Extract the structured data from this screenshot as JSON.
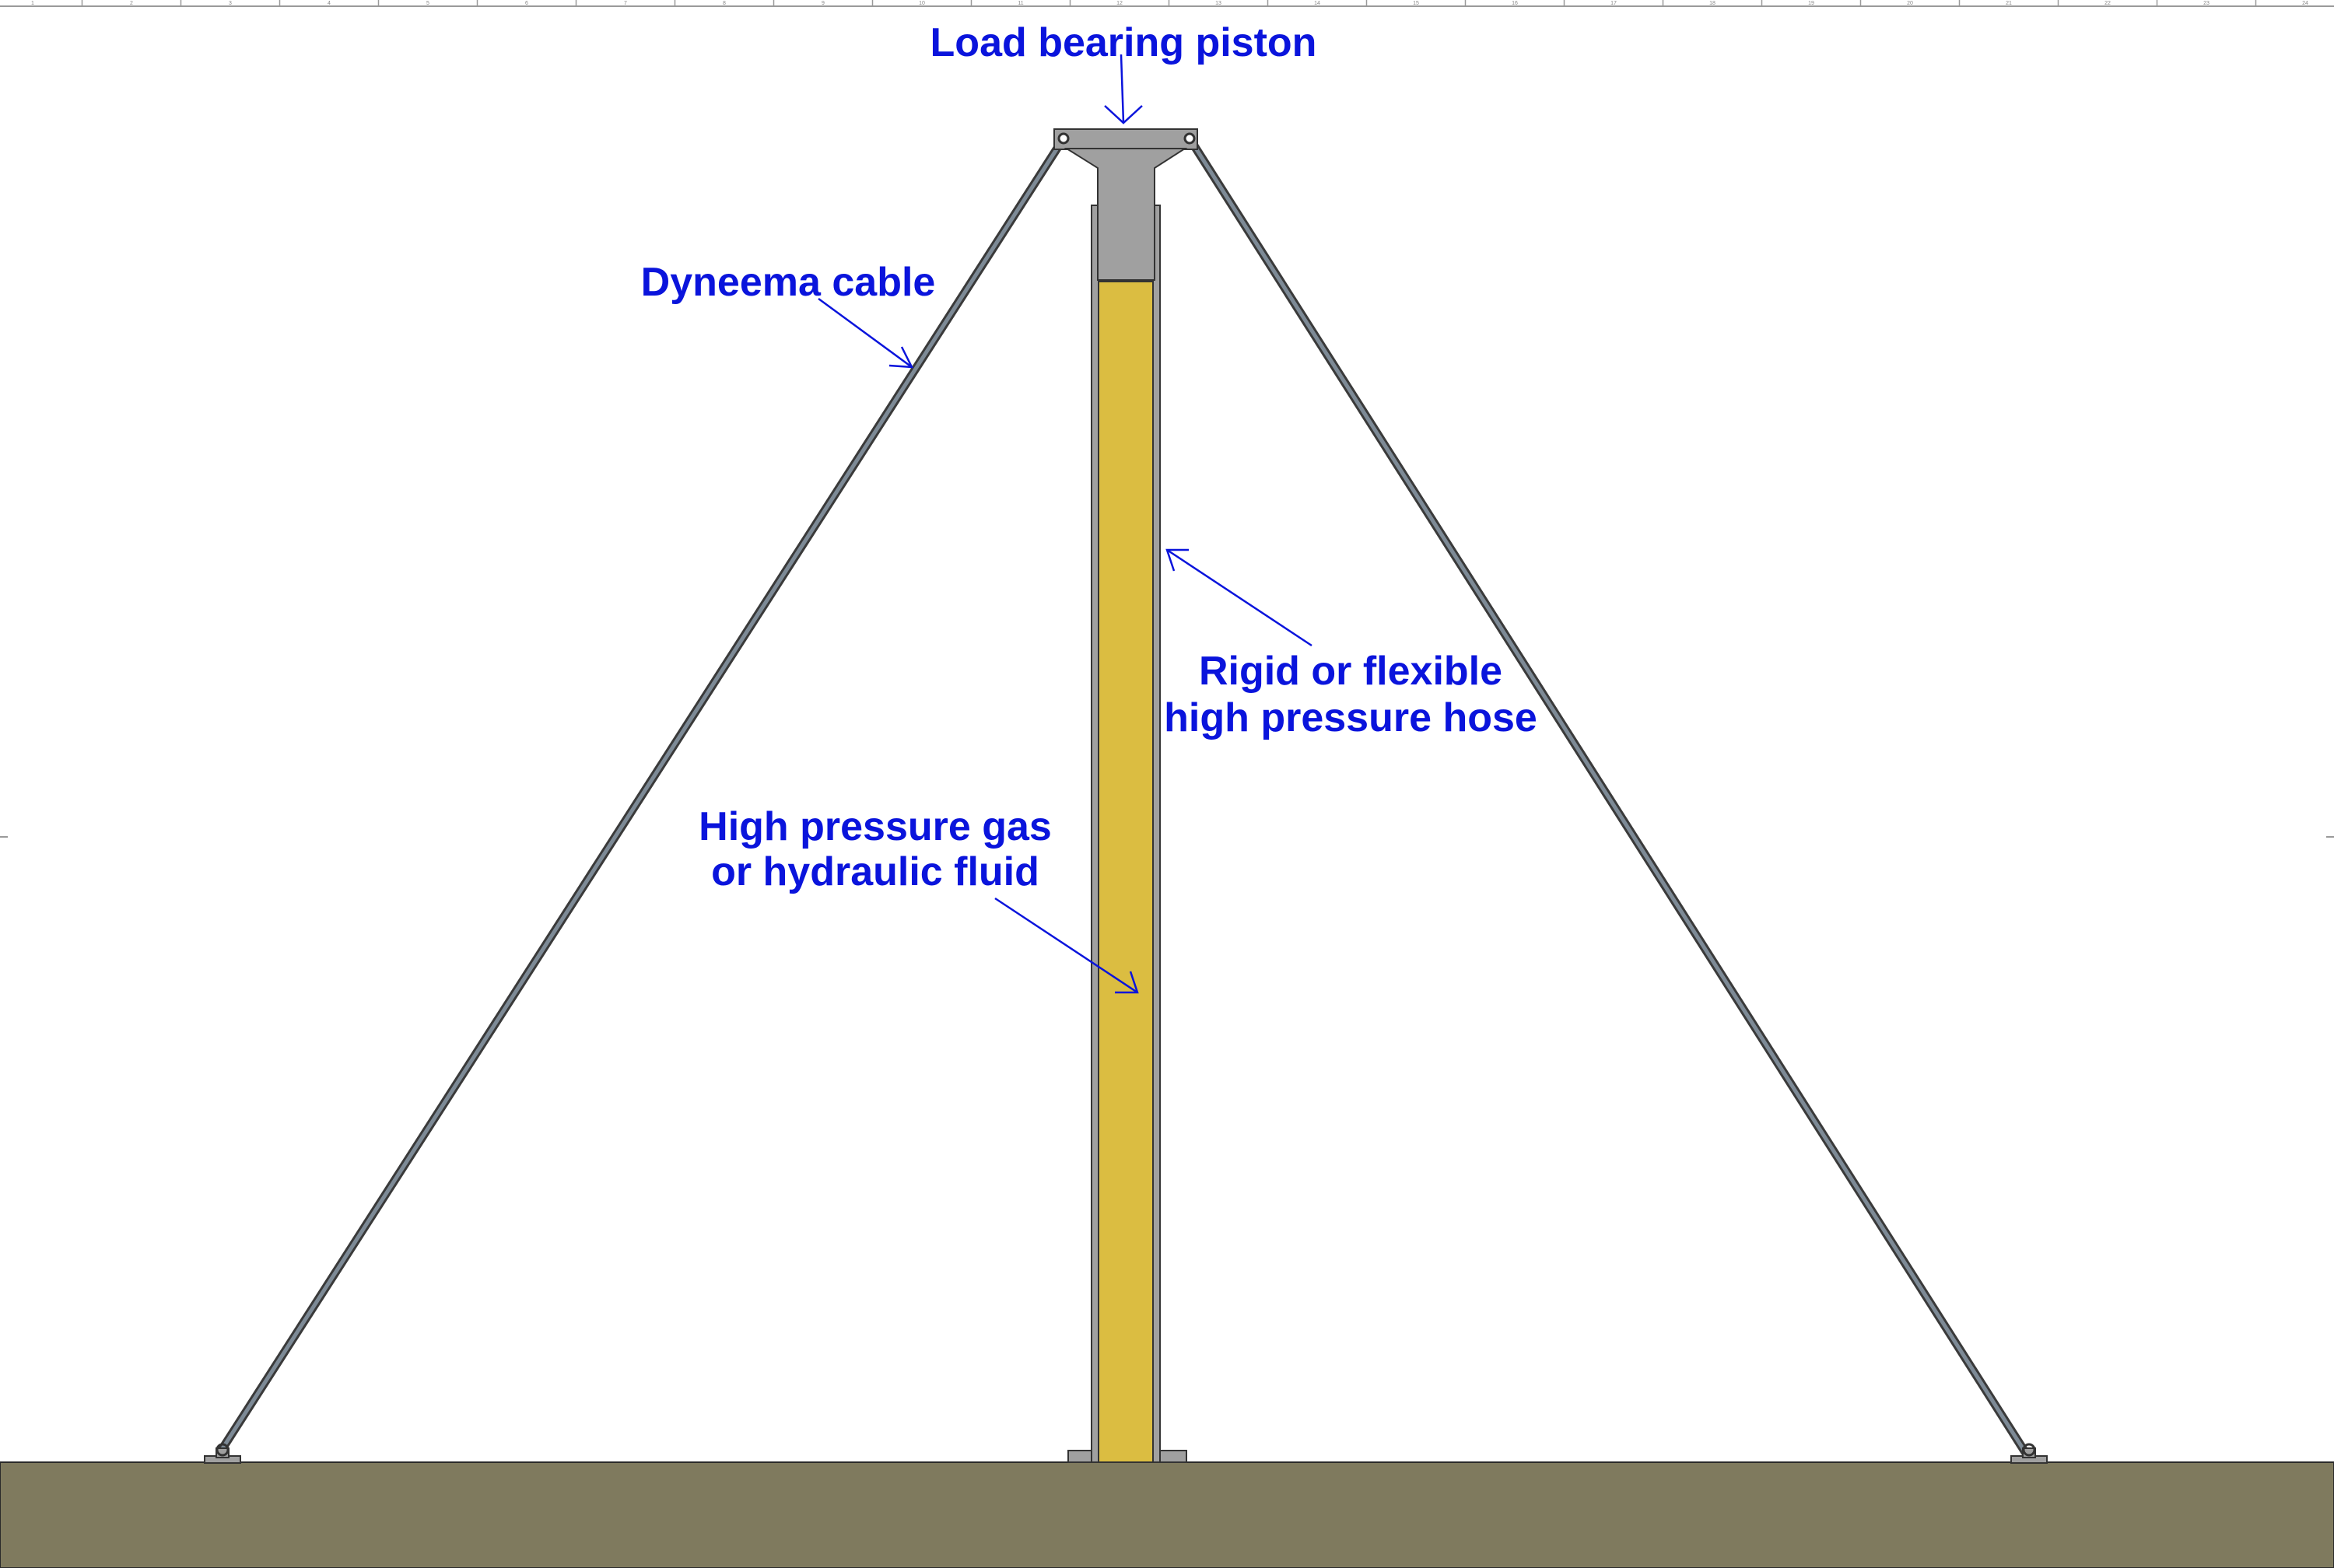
{
  "diagram": {
    "labels": {
      "piston": "Load bearing piston",
      "cable": "Dyneema cable",
      "hose_line1": "Rigid or flexible",
      "hose_line2": "high pressure hose",
      "fluid_line1": "High pressure gas",
      "fluid_line2": "or hydraulic fluid"
    },
    "ruler_ticks": [
      "1",
      "2",
      "3",
      "4",
      "5",
      "6",
      "7",
      "8",
      "9",
      "10",
      "11",
      "12",
      "13",
      "14",
      "15",
      "16",
      "17",
      "18",
      "19",
      "20",
      "21",
      "22",
      "23",
      "24"
    ],
    "colors": {
      "label": "#0a14dc",
      "fluid": "#dbbd41",
      "ground": "#7f7a5e",
      "piston": "#a0a0a0",
      "outline": "#3a3a3a",
      "cable": "#5c6670"
    }
  }
}
